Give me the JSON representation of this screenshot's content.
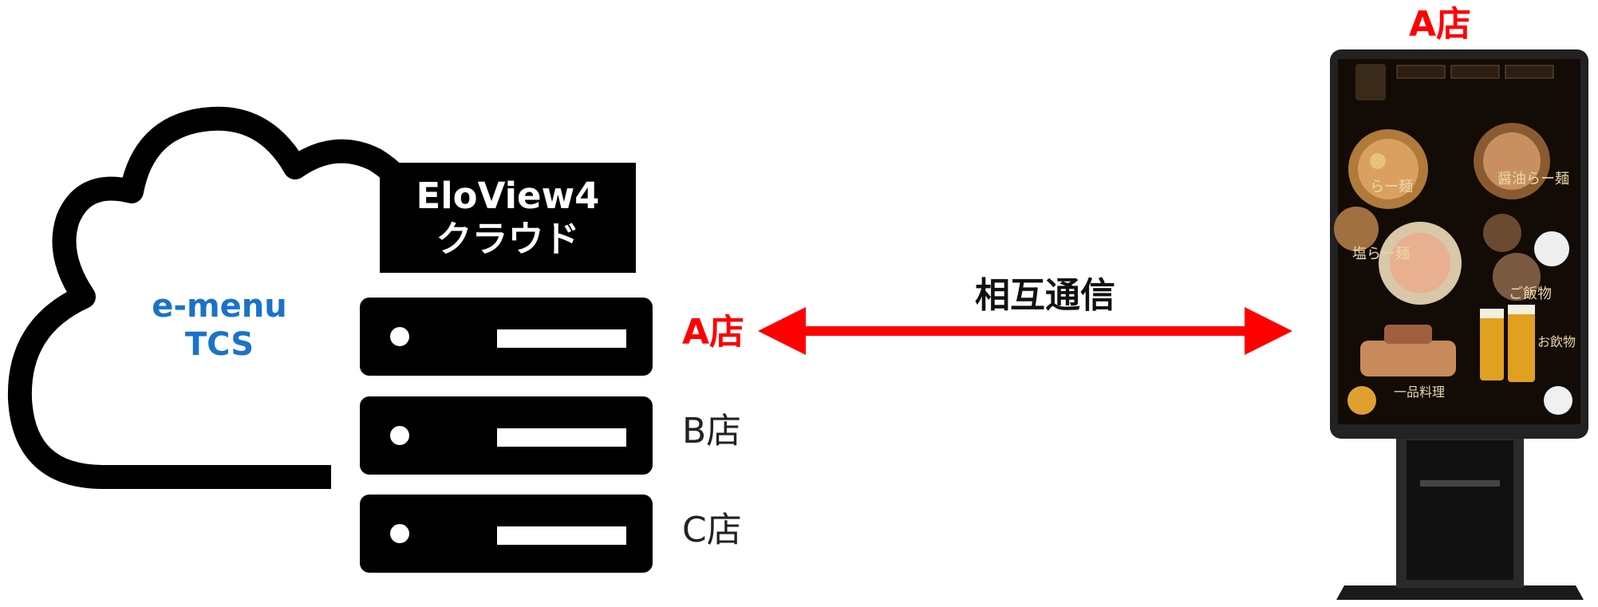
{
  "cloud": {
    "label_line1": "e-menu",
    "label_line2": "TCS",
    "label_color": "#1a73c6"
  },
  "eloview": {
    "line1": "EloView4",
    "line2": "クラウド"
  },
  "servers": [
    {
      "store": "A店",
      "highlight": true
    },
    {
      "store": "B店",
      "highlight": false
    },
    {
      "store": "C店",
      "highlight": false
    }
  ],
  "connection": {
    "label": "相互通信",
    "arrow_color": "#ff0000",
    "direction": "bidirectional"
  },
  "kiosk": {
    "store_label": "A店",
    "screen_menu": {
      "items": [
        "らー麺",
        "醤油らー麺",
        "塩らー麺",
        "ご飯物",
        "お飲物",
        "一品料理"
      ]
    }
  },
  "colors": {
    "accent_red": "#ff0000",
    "accent_blue": "#1a73c6",
    "dark": "#000000"
  }
}
